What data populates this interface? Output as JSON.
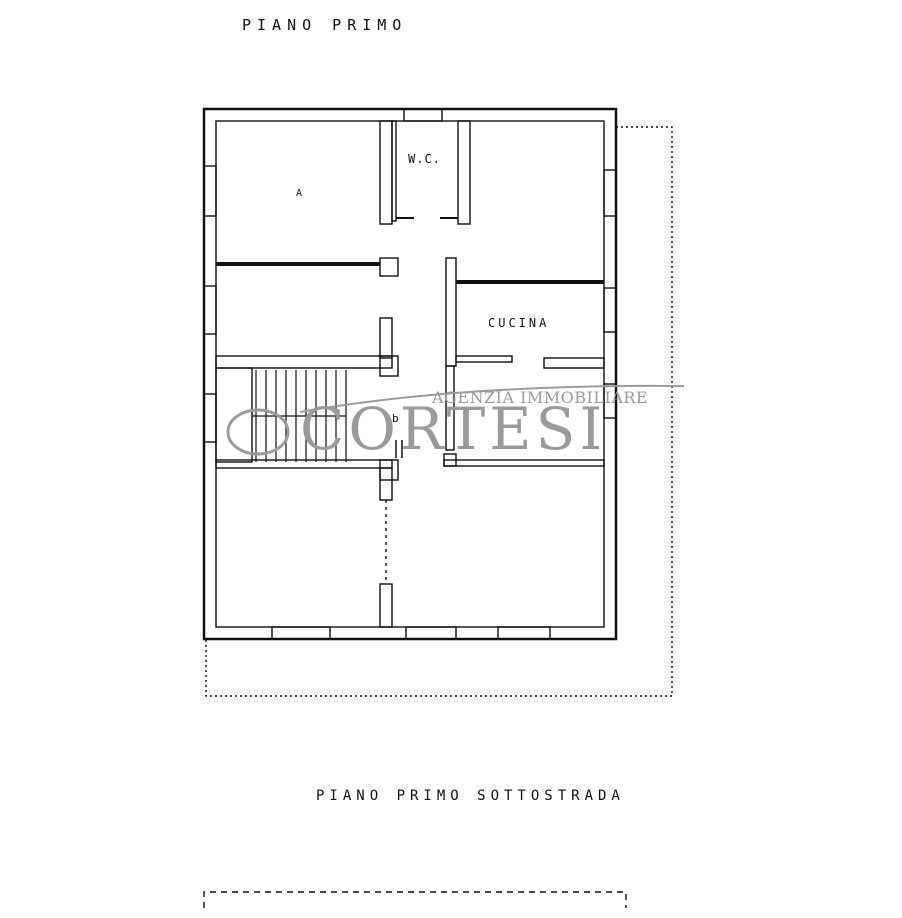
{
  "plan": {
    "title_top": "piano primo",
    "title_bottom": "piano primo sottostrada",
    "room_labels": {
      "wc": "W.C.",
      "kitchen": "Cucina",
      "room_a": "A",
      "bath": "b"
    }
  },
  "watermark": {
    "line1": "AGENZIA IMMOBILIARE",
    "line2": "CORTESI"
  }
}
